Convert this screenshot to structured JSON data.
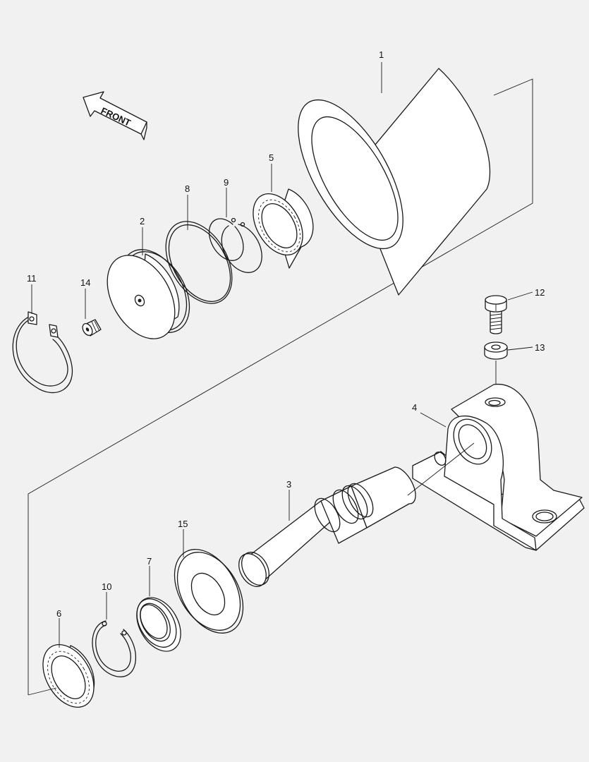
{
  "direction_label": "FRONT",
  "callouts": {
    "p1": "1",
    "p2": "2",
    "p3": "3",
    "p4": "4",
    "p5": "5",
    "p6": "6",
    "p7": "7",
    "p8": "8",
    "p9": "9",
    "p10": "10",
    "p11": "11",
    "p12": "12",
    "p13": "13",
    "p14": "14",
    "p15": "15"
  },
  "colors": {
    "background": "#f1f1f1",
    "line": "#1a1a1a",
    "fill": "#ffffff"
  }
}
